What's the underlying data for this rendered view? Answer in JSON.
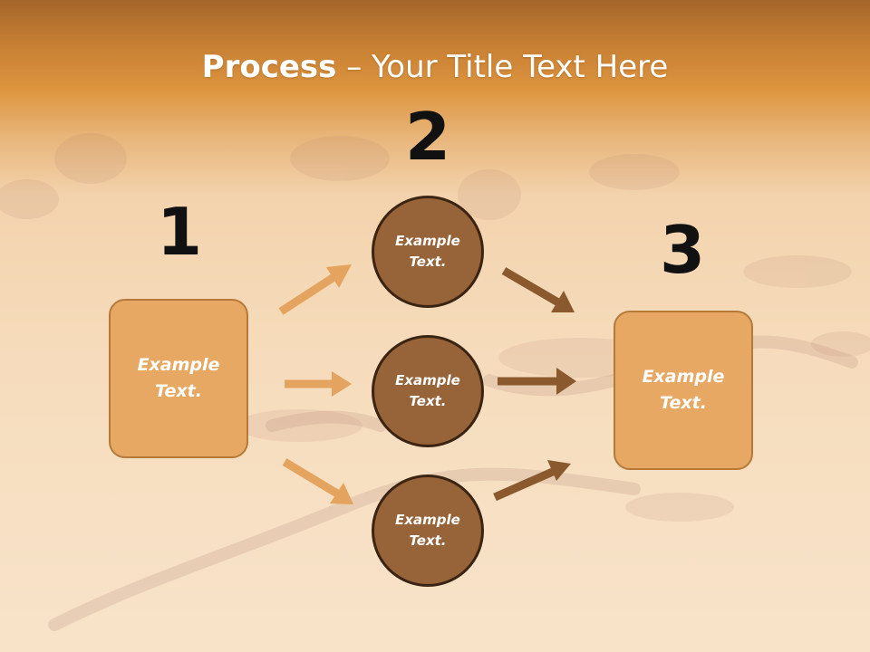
{
  "title": {
    "bold": "Process",
    "separator": " – ",
    "rest": "Your Title Text Here"
  },
  "steps": [
    {
      "number": "1",
      "label": "Example\nText."
    },
    {
      "number": "2",
      "labels": [
        "Example\nText.",
        "Example\nText.",
        "Example\nText."
      ]
    },
    {
      "number": "3",
      "label": "Example\nText."
    }
  ],
  "colors": {
    "box_fill": "#e6a862",
    "circle_fill": "#976338",
    "arrow_light": "#e4a35e",
    "arrow_dark": "#8a5a2e",
    "number_color": "#111111"
  }
}
